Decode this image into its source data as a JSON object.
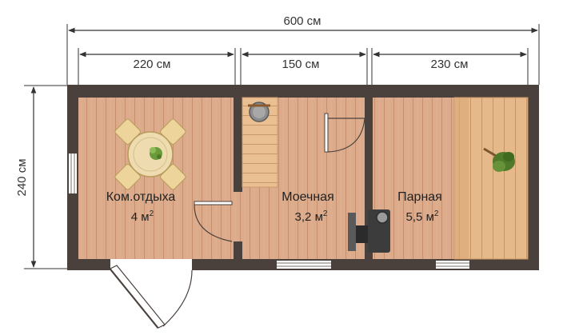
{
  "dimensions": {
    "total_width": "600 см",
    "room1_width": "220 см",
    "room2_width": "150 см",
    "room3_width": "230 см",
    "height": "240 см"
  },
  "rooms": [
    {
      "name": "Ком.отдыха",
      "area": "4 м",
      "unit_power": "2"
    },
    {
      "name": "Моечная",
      "area": "3,2 м",
      "unit_power": "2"
    },
    {
      "name": "Парная",
      "area": "5,5 м",
      "unit_power": "2"
    }
  ],
  "colors": {
    "wall": "#4a413c",
    "floor": "#d9a98a",
    "floor_line": "#c28f70",
    "bench": "#e8bd8e",
    "dimension_line": "#333333"
  },
  "icons": [
    "table-with-chairs-icon",
    "wash-bucket-icon",
    "sauna-stove-icon",
    "birch-broom-icon"
  ]
}
